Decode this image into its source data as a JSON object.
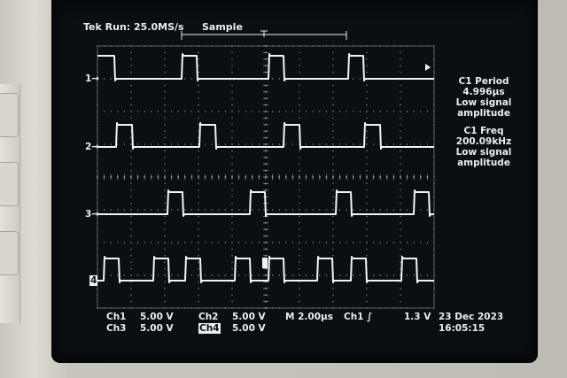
{
  "header": {
    "brand_status": "Tek Run: 25.0MS/s",
    "acq_mode": "Sample"
  },
  "channels": [
    {
      "marker": "1→",
      "label": "1"
    },
    {
      "marker": "2→",
      "label": "2"
    },
    {
      "marker": "3→",
      "label": "3"
    },
    {
      "marker": "4",
      "label": "4"
    }
  ],
  "measurements": {
    "m1_title": "C1 Period",
    "m1_value": "4.996µs",
    "m1_note1": "Low signal",
    "m1_note2": "amplitude",
    "m2_title": "C1 Freq",
    "m2_value": "200.09kHz",
    "m2_note1": "Low signal",
    "m2_note2": "amplitude"
  },
  "bottom": {
    "ch1": "Ch1",
    "ch1_v": "5.00 V",
    "ch2": "Ch2",
    "ch2_v": "5.00 V",
    "ch3": "Ch3",
    "ch3_v": "5.00 V",
    "ch4": "Ch4",
    "ch4_v": "5.00 V",
    "timebase": "M 2.00µs",
    "trig_src": "Ch1",
    "trig_slope": "∫",
    "trig_level": "1.3 V",
    "date": "23 Dec 2023",
    "time": "16:05:15"
  },
  "colors": {
    "screen_bg": "#0a0f12",
    "trace": "#eef4f7",
    "grid": "#8a9096"
  }
}
